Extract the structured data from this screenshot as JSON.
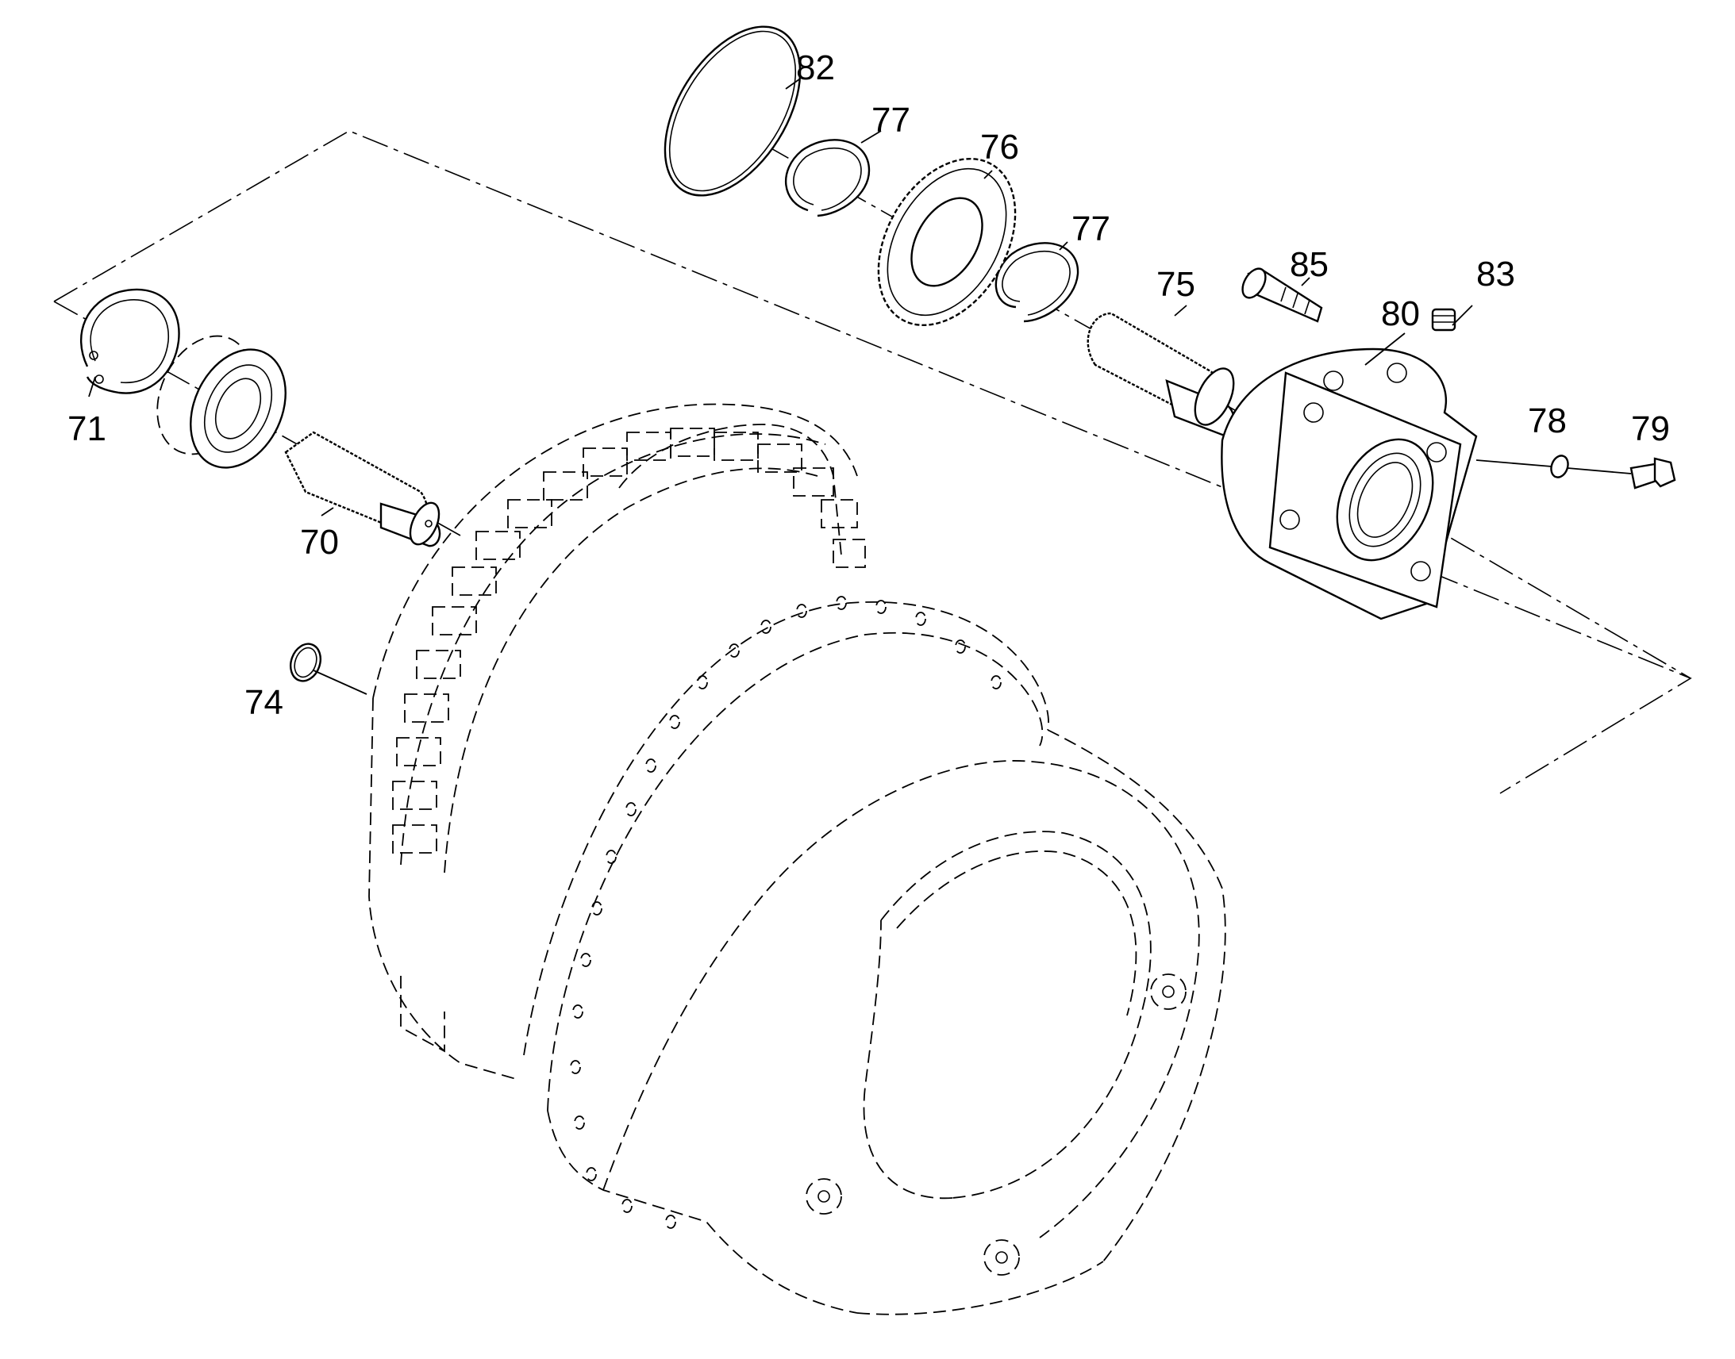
{
  "callouts": [
    {
      "id": "82",
      "text": "82"
    },
    {
      "id": "77a",
      "text": "77"
    },
    {
      "id": "76",
      "text": "76"
    },
    {
      "id": "77b",
      "text": "77"
    },
    {
      "id": "85",
      "text": "85"
    },
    {
      "id": "75",
      "text": "75"
    },
    {
      "id": "83",
      "text": "83"
    },
    {
      "id": "80",
      "text": "80"
    },
    {
      "id": "71",
      "text": "71"
    },
    {
      "id": "78",
      "text": "78"
    },
    {
      "id": "79",
      "text": "79"
    },
    {
      "id": "70",
      "text": "70"
    },
    {
      "id": "74",
      "text": "74"
    }
  ],
  "colors": {
    "line": "#000000",
    "background": "#ffffff"
  }
}
